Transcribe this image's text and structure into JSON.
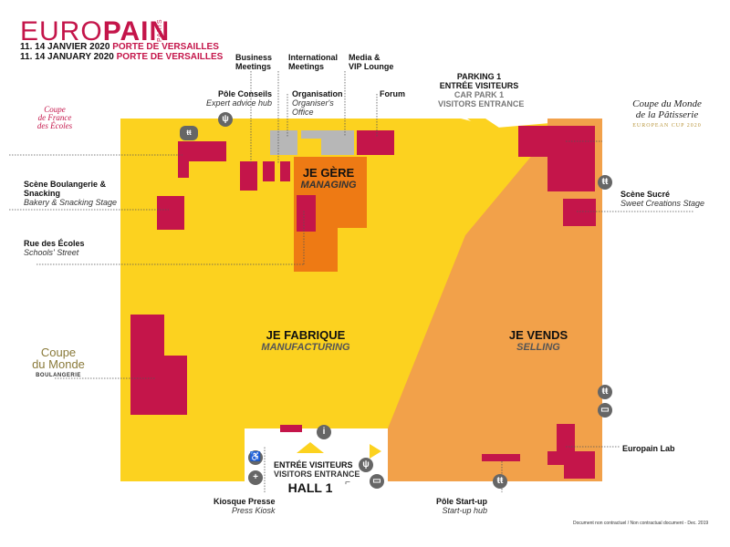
{
  "header": {
    "logo_euro": "EURO",
    "logo_pain": "PAIN",
    "logo_paris": "PARIS",
    "date_fr": "11. 14 JANVIER 2020",
    "venue_fr": "PORTE DE VERSAILLES",
    "date_en": "11. 14 JANUARY 2020",
    "venue_en": "PORTE DE VERSAILLES"
  },
  "colors": {
    "yellow": "#fcd21f",
    "orange_light": "#f2a14a",
    "orange_dark": "#ee7a14",
    "crimson": "#c4154a",
    "grey": "#b7b7b7"
  },
  "zones": {
    "manage_fr": "JE GÈRE",
    "manage_en": "MANAGING",
    "make_fr": "JE FABRIQUE",
    "make_en": "MANUFACTURING",
    "sell_fr": "JE VENDS",
    "sell_en": "SELLING",
    "hall": "HALL 1"
  },
  "entrances": {
    "main_fr": "ENTRÉE VISITEURS",
    "main_en": "VISITORS ENTRANCE",
    "parking_fr": "PARKING 1",
    "parking_fr2": "ENTRÉE VISITEURS",
    "parking_en": "CAR PARK 1",
    "parking_en2": "VISITORS ENTRANCE"
  },
  "labels": {
    "business_1": "Business",
    "business_2": "Meetings",
    "international_1": "International",
    "international_2": "Meetings",
    "media_1": "Media &",
    "media_2": "VIP Lounge",
    "pole_conseils": "Pôle Conseils",
    "expert_hub": "Expert advice hub",
    "organisation": "Organisation",
    "organiser_office_1": "Organiser's",
    "organiser_office_2": "Office",
    "forum": "Forum",
    "scene_boul_1": "Scène Boulangerie &",
    "scene_boul_2": "Snacking",
    "scene_boul_en": "Bakery & Snacking Stage",
    "rue_ecoles": "Rue des Écoles",
    "schools_street": "Schools' Street",
    "scene_sucre": "Scène Sucré",
    "sweet_stage": "Sweet Creations Stage",
    "europain_lab": "Europain Lab",
    "kiosque": "Kiosque Presse",
    "press_kiosk": "Press Kiosk",
    "pole_startup": "Pôle Start-up",
    "startup_hub": "Start-up hub"
  },
  "brands": {
    "coupe_france_1": "Coupe",
    "coupe_france_2": "de France",
    "coupe_france_3": "des Écoles",
    "coupe_monde_pat_1": "Coupe du Monde",
    "coupe_monde_pat_2": "de la Pâtisserie",
    "coupe_monde_pat_3": "EUROPEAN CUP 2020",
    "coupe_monde_boul_1": "Coupe",
    "coupe_monde_boul_2": "du Monde",
    "coupe_monde_boul_3": "BOULANGERIE"
  },
  "footnote": "Document non contractuel / Non contractual document - Dec. 2019"
}
